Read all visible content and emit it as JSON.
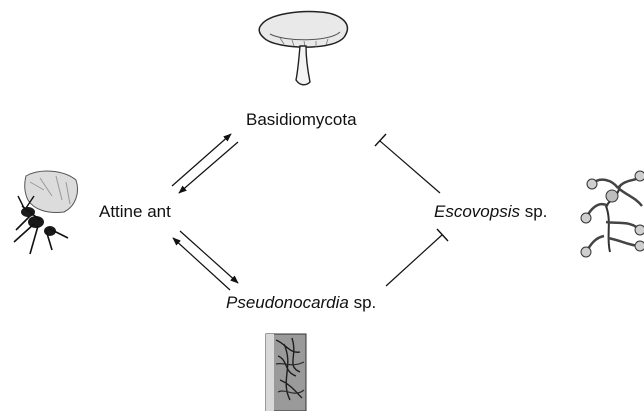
{
  "nodes": {
    "basidiomycota": {
      "label": "Basidiomycota"
    },
    "attine_ant": {
      "label": "Attine ant"
    },
    "escovopsis": {
      "label_italic": "Escovopsis",
      "label_suffix": " sp."
    },
    "pseudonocardia": {
      "label_italic": "Pseudonocardia",
      "label_suffix": " sp."
    }
  },
  "interactions": [
    {
      "from": "attine_ant",
      "to": "basidiomycota",
      "type": "mutual-arrows"
    },
    {
      "from": "attine_ant",
      "to": "pseudonocardia",
      "type": "mutual-arrows"
    },
    {
      "from": "escovopsis",
      "to": "basidiomycota",
      "type": "inhibition"
    },
    {
      "from": "pseudonocardia",
      "to": "escovopsis",
      "type": "inhibition"
    }
  ],
  "illustrations": [
    {
      "node": "basidiomycota",
      "icon": "mushroom-icon"
    },
    {
      "node": "attine_ant",
      "icon": "ant-icon"
    },
    {
      "node": "escovopsis",
      "icon": "mold-icon"
    },
    {
      "node": "pseudonocardia",
      "icon": "bacteria-filament-icon"
    }
  ]
}
